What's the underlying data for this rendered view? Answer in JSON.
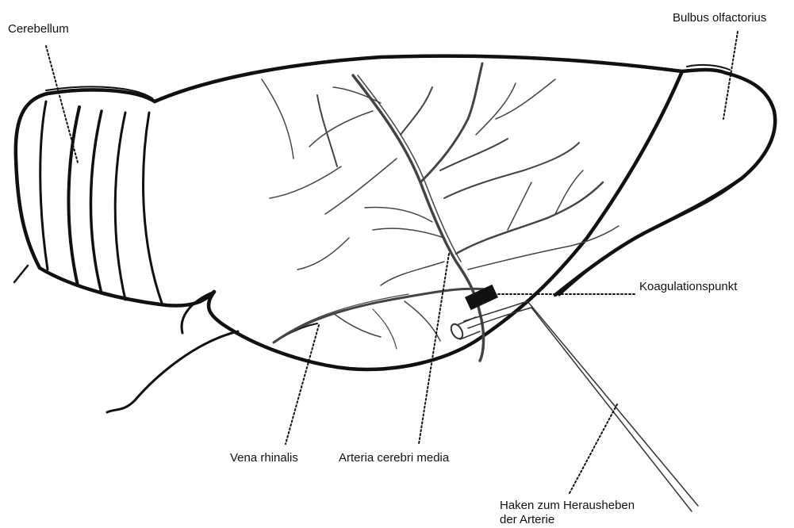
{
  "labels": {
    "cerebellum": "Cerebellum",
    "bulbus_olfactorius": "Bulbus olfactorius",
    "koagulationspunkt": "Koagulationspunkt",
    "vena_rhinalis": "Vena rhinalis",
    "arteria_cerebri_media": "Arteria cerebri media",
    "haken_line1": "Haken zum Herausheben",
    "haken_line2": "der Arterie"
  },
  "colors": {
    "ink": "#111111",
    "vessel": "#444444",
    "background": "#ffffff"
  }
}
